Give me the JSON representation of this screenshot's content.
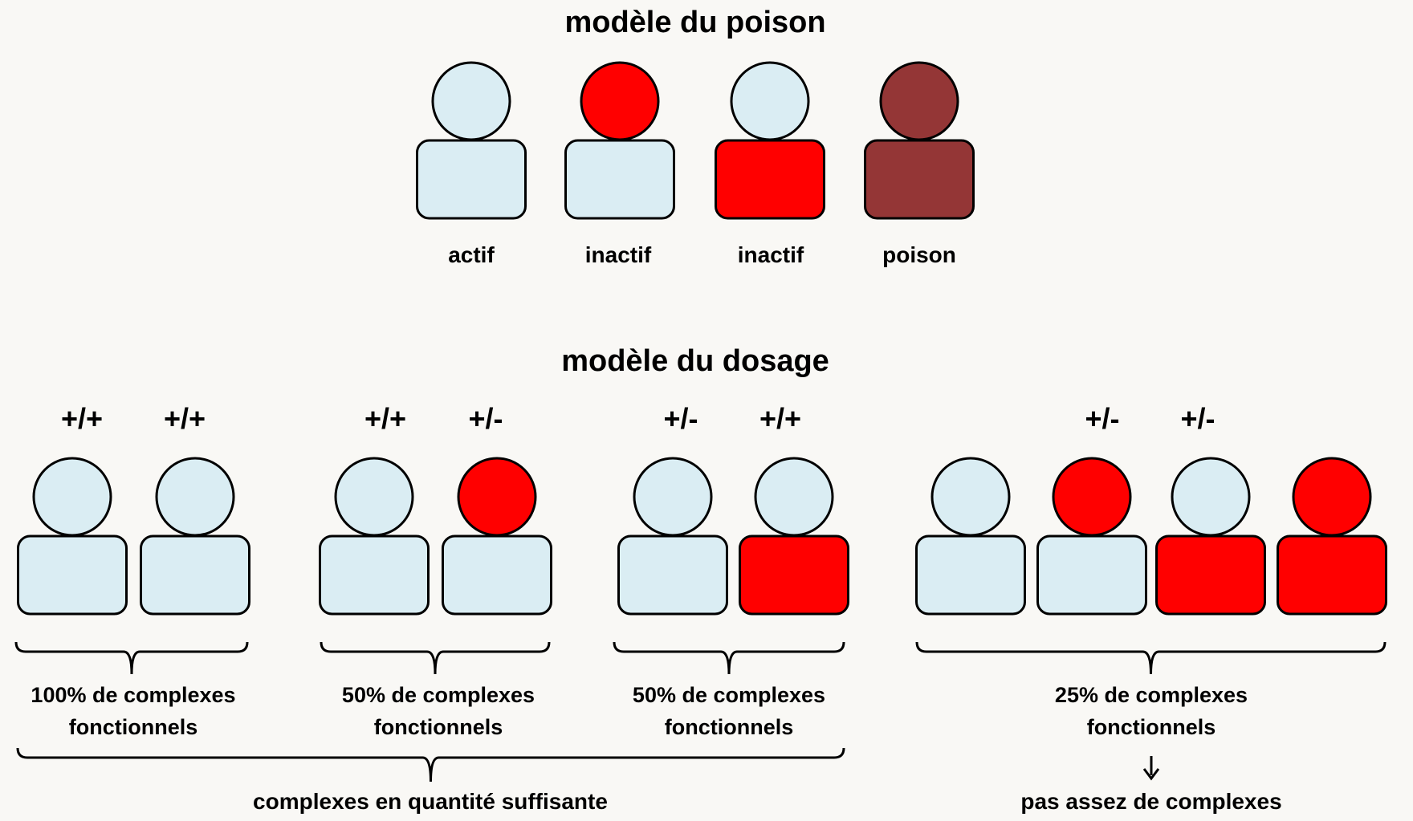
{
  "colors": {
    "active": "#daedf3",
    "inactive": "#ff0000",
    "poison": "#943636",
    "outline": "#000000",
    "background": "#f9f8f5"
  },
  "poison_model": {
    "title": "modèle du poison",
    "units": [
      {
        "label": "actif",
        "head": "active",
        "body": "active"
      },
      {
        "label": "inactif",
        "head": "inactive",
        "body": "active"
      },
      {
        "label": "inactif",
        "head": "active",
        "body": "inactive"
      },
      {
        "label": "poison",
        "head": "poison",
        "body": "poison"
      }
    ]
  },
  "dosage_model": {
    "title": "modèle du dosage",
    "groups": [
      {
        "genotypes": [
          "+/+",
          "+/+"
        ],
        "units": [
          {
            "head": "active",
            "body": "active"
          },
          {
            "head": "active",
            "body": "active"
          }
        ],
        "caption": "100% de complexes fonctionnels"
      },
      {
        "genotypes": [
          "+/+",
          "+/-"
        ],
        "units": [
          {
            "head": "active",
            "body": "active"
          },
          {
            "head": "inactive",
            "body": "active"
          }
        ],
        "caption": "50% de complexes fonctionnels"
      },
      {
        "genotypes": [
          "+/-",
          "+/+"
        ],
        "units": [
          {
            "head": "active",
            "body": "active"
          },
          {
            "head": "active",
            "body": "inactive"
          }
        ],
        "caption": "50% de complexes fonctionnels"
      },
      {
        "genotypes": [
          "+/-",
          "+/-"
        ],
        "units": [
          {
            "head": "active",
            "body": "active"
          },
          {
            "head": "inactive",
            "body": "active"
          },
          {
            "head": "active",
            "body": "inactive"
          },
          {
            "head": "inactive",
            "body": "inactive"
          }
        ],
        "caption": "25% de complexes fonctionnels"
      }
    ],
    "conclusion_sufficient": "complexes en quantité suffisante",
    "conclusion_insufficient": "pas assez de complexes"
  }
}
